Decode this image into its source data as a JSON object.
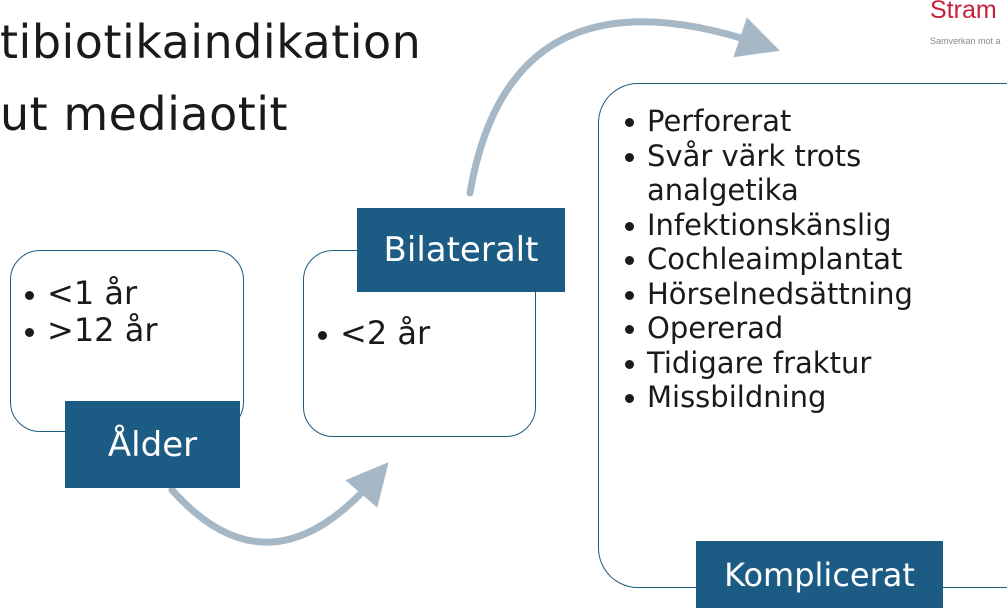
{
  "title": {
    "line1": "tibiotikaindikation",
    "line2": "ut mediaotit"
  },
  "logo": {
    "name": "Stram",
    "tagline": "Samverkan mot a"
  },
  "cards": {
    "age": {
      "label": "Ålder",
      "items": [
        "<1 år",
        ">12 år"
      ]
    },
    "bilateral": {
      "label": "Bilateralt",
      "items": [
        "<2 år"
      ]
    },
    "complicated": {
      "label": "Komplicerat",
      "items": [
        "Perforerat",
        "Svår värk trots analgetika",
        "Infektionskänslig",
        "Cochleaimplantat",
        "Hörselnedsättning",
        "Opererad",
        "Tidigare fraktur",
        "Missbildning"
      ]
    }
  },
  "colors": {
    "label_fill": "#1c5c84",
    "card_border": "#1e5b82",
    "arrow": "#a6b7c6",
    "logo": "#c8203c"
  }
}
